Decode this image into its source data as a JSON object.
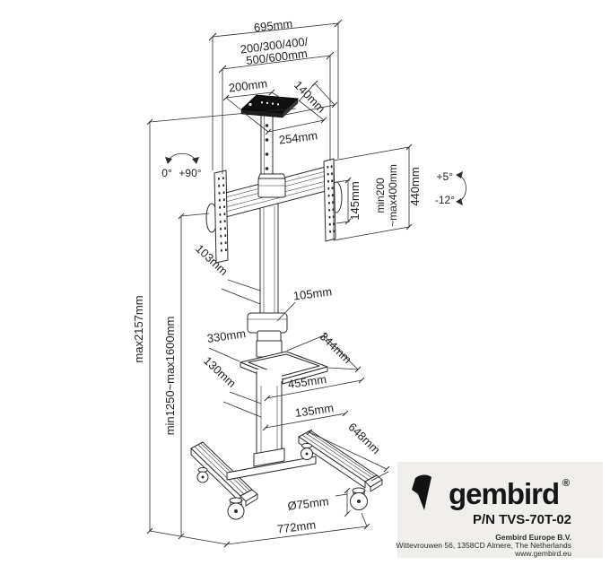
{
  "colors": {
    "line": "#2b2b2b",
    "plate_top": "#101010",
    "footer_bg": "#f0efec",
    "text": "#242424"
  },
  "labels": {
    "width_total": "695mm",
    "vesa_width_line1": "200/300/400/",
    "vesa_width_line2": "500/600mm",
    "top_plate_width": "200mm",
    "top_plate_depth": "140mm",
    "top_plate_total": "254mm",
    "rotate_zero": "0°",
    "rotate_plus90": "+90°",
    "tilt_up": "+5°",
    "tilt_down": "-12°",
    "bracket_gap": "145mm",
    "vesa_height_line1": "min200",
    "vesa_height_line2": "~max400mm",
    "plate_height": "440mm",
    "column_gap": "103mm",
    "handle_offset": "105mm",
    "shelf_width": "330mm",
    "shelf_depth": "344mm",
    "shelf_total": "455mm",
    "shelf_gap": "130mm",
    "lower_gap": "135mm",
    "height_max": "max2157mm",
    "height_range": "min1250~max1600mm",
    "base_depth": "648mm",
    "wheel_diameter": "Ø75mm",
    "base_width": "772mm"
  },
  "footer": {
    "brand": "gembird",
    "registered": "®",
    "part_number": "P/N TVS-70T-02",
    "company": "Gembird Europe B.V.",
    "address": "Wittevrouwen 56, 1358CD Almere, The Netherlands",
    "website": "www.gembird.eu"
  }
}
